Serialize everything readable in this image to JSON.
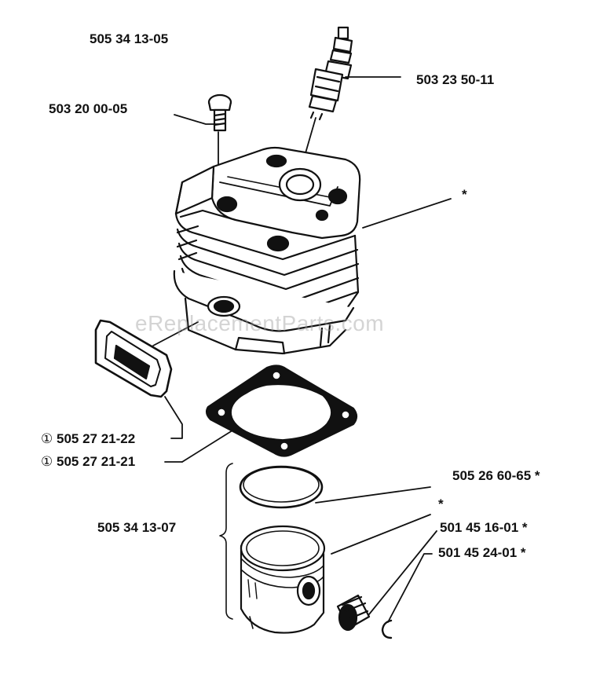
{
  "parts": {
    "assembly_cylinder": "505 34 13-05",
    "spark_plug": "503 23 50-11",
    "screw": "503 20 00-05",
    "cylinder_star": "*",
    "gasket_exhaust": "505 27 21-22",
    "gasket_base": "505 27 21-21",
    "gasket_marker": "①",
    "piston_assembly": "505 34 13-07",
    "piston_ring": "505 26 60-65 *",
    "piston_star": "*",
    "needle_bearing": "501 45 16-01  *",
    "circlip": "501 45 24-01  *"
  },
  "watermark": "eReplacementParts.com"
}
